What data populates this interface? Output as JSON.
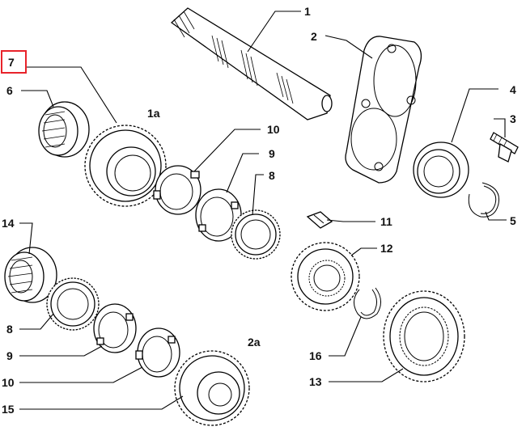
{
  "diagram": {
    "highlight_color": "#e8232a",
    "labels": {
      "l1": "1",
      "l2": "2",
      "l3": "3",
      "l4": "4",
      "l5": "5",
      "l6": "6",
      "l7": "7",
      "l1a": "1a",
      "l10a": "10",
      "l9a": "9",
      "l8a": "8",
      "l11": "11",
      "l12": "12",
      "l14": "14",
      "l8b": "8",
      "l9b": "9",
      "l10b": "10",
      "l15": "15",
      "l2a": "2a",
      "l16": "16",
      "l13": "13"
    }
  }
}
